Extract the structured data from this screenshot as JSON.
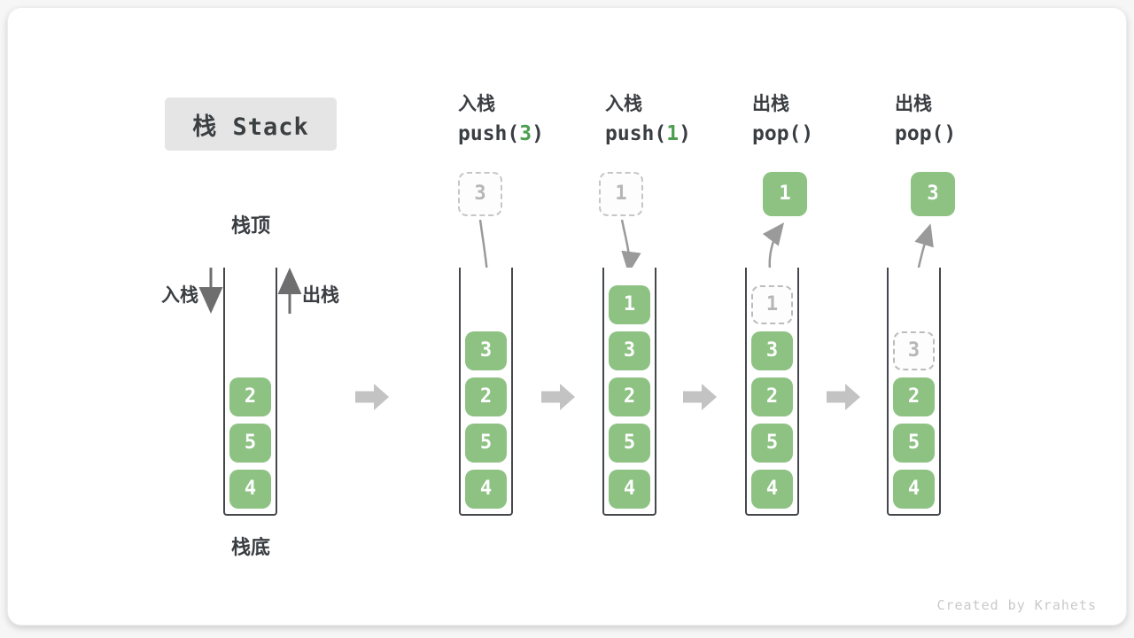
{
  "title": {
    "text": "栈 Stack"
  },
  "legend": {
    "stack_top": "栈顶",
    "stack_bottom": "栈底",
    "push_side": "入栈",
    "pop_side": "出栈"
  },
  "operations": [
    {
      "name": "入栈",
      "fn": "push(",
      "arg": "3",
      "close": ")"
    },
    {
      "name": "入栈",
      "fn": "push(",
      "arg": "1",
      "close": ")"
    },
    {
      "name": "出栈",
      "fn": "pop(",
      "arg": "",
      "close": ")"
    },
    {
      "name": "出栈",
      "fn": "pop(",
      "arg": "",
      "close": ")"
    }
  ],
  "stacks": [
    {
      "cells": [
        "2",
        "5",
        "4"
      ]
    },
    {
      "floating": {
        "value": "3",
        "style": "dashed"
      },
      "cells": [
        "3",
        "2",
        "5",
        "4"
      ]
    },
    {
      "floating": {
        "value": "1",
        "style": "dashed"
      },
      "cells": [
        "1",
        "3",
        "2",
        "5",
        "4"
      ]
    },
    {
      "floating": {
        "value": "1",
        "style": "solid"
      },
      "ghost": "1",
      "cells": [
        "3",
        "2",
        "5",
        "4"
      ]
    },
    {
      "floating": {
        "value": "3",
        "style": "solid"
      },
      "ghost": "3",
      "cells": [
        "2",
        "5",
        "4"
      ]
    }
  ],
  "icons": {
    "push_direction": "arrow-down",
    "pop_direction": "arrow-up",
    "step": "arrow-right",
    "push_motion": "curved-arrow-down",
    "pop_motion": "curved-arrow-up"
  },
  "colors": {
    "block_green": "#8dc283",
    "arg_green": "#4d9e50",
    "text_dark": "#3a3e42",
    "ghost_gray": "#bcbcbc",
    "arrow_gray": "#9a9a9a",
    "side_arrow_gray": "#6e6e6e",
    "step_arrow_gray": "#c3c3c3",
    "title_bg": "#e5e5e5",
    "watermark_gray": "#c9c9c9"
  },
  "watermark": "Created by Krahets"
}
